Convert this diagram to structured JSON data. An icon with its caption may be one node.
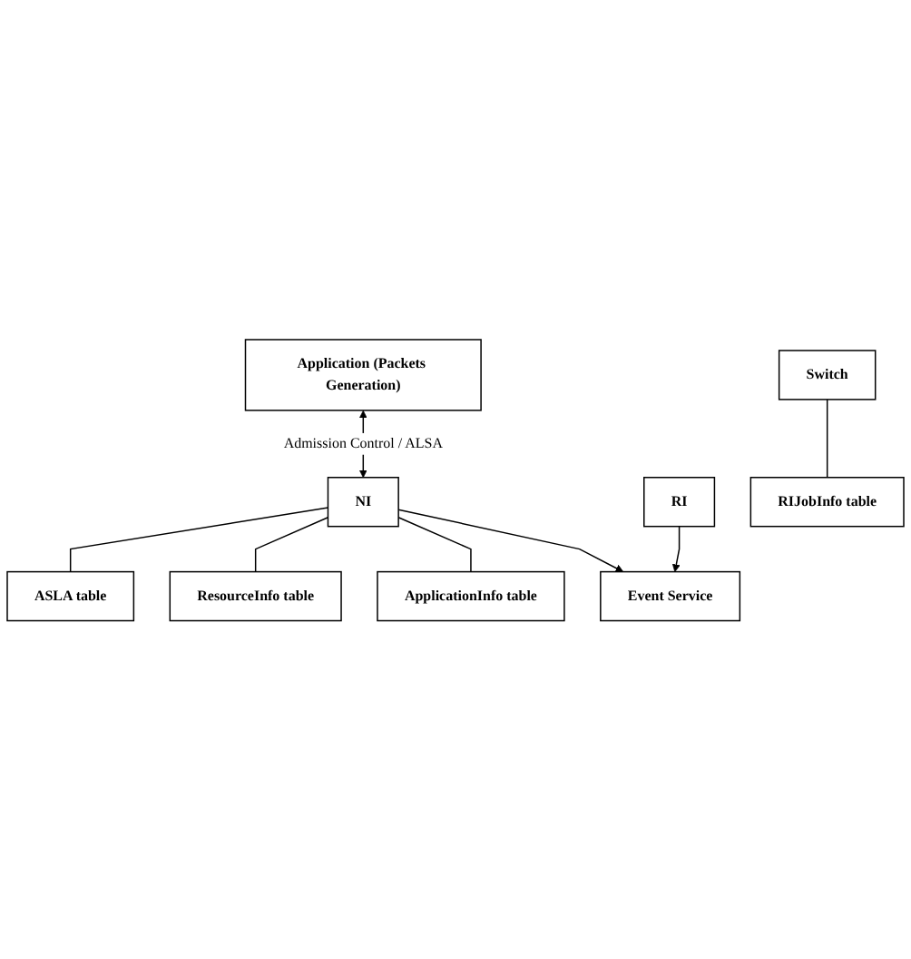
{
  "diagram": {
    "nodes": [
      {
        "text": [
          "Application (Packets Generation)"
        ]
      },
      {
        "text": [
          "NI"
        ]
      },
      {
        "text": [
          "ASLA table"
        ]
      },
      {
        "text": [
          "ResourceInfo table"
        ]
      },
      {
        "text": [
          "ApplicationInfo table"
        ]
      },
      {
        "text": [
          "Event Service"
        ]
      },
      {
        "text": [
          "RI"
        ]
      },
      {
        "text": [
          "Switch"
        ]
      },
      {
        "text": [
          "RIJobInfo table"
        ]
      }
    ],
    "edges": [
      {
        "from": 0,
        "to": 1,
        "arrow": "both",
        "label": "Admission Control / ALSA"
      },
      {
        "from": 1,
        "to": 2,
        "arrow": "none"
      },
      {
        "from": 1,
        "to": 3,
        "arrow": "none"
      },
      {
        "from": 1,
        "to": 4,
        "arrow": "none"
      },
      {
        "from": 1,
        "to": 5,
        "arrow": "to"
      },
      {
        "from": 6,
        "to": 5,
        "arrow": "to"
      },
      {
        "from": 7,
        "to": 8,
        "arrow": "none"
      }
    ]
  }
}
